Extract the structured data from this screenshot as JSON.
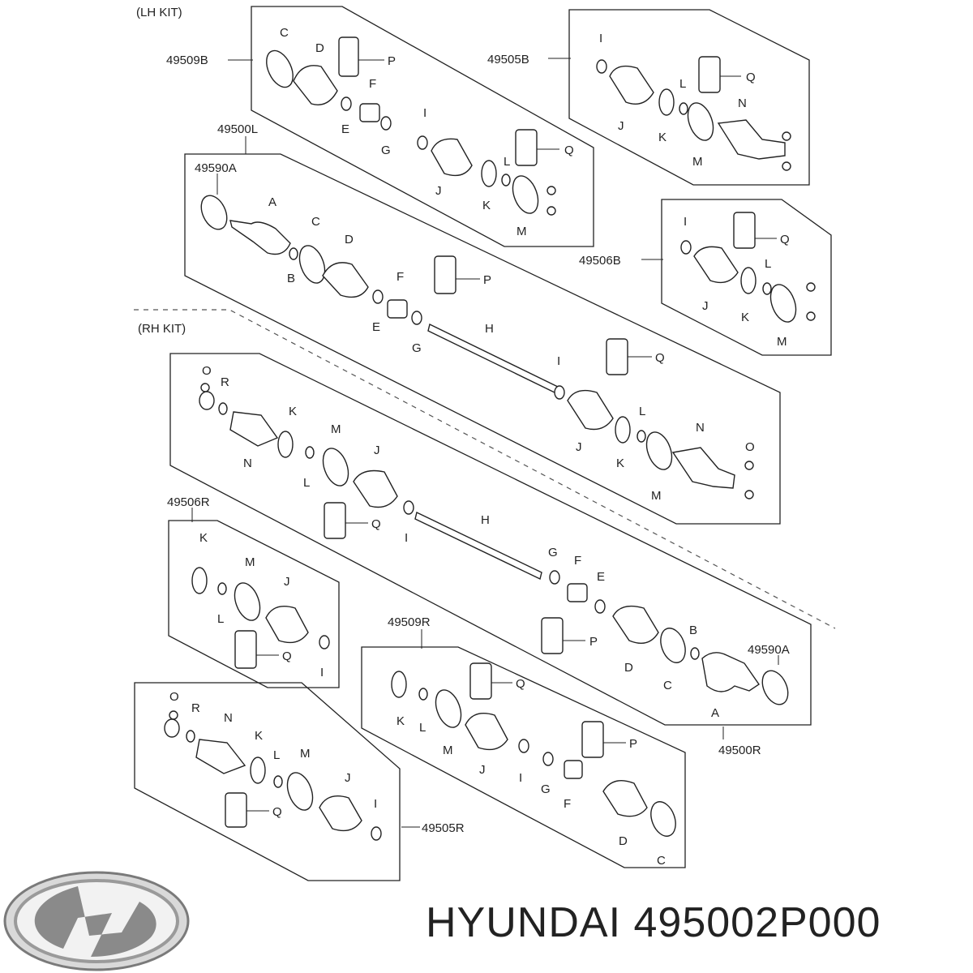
{
  "kits": {
    "lh": "(LH KIT)",
    "rh": "(RH KIT)"
  },
  "parts": {
    "p49509B": "49509B",
    "p49505B": "49505B",
    "p49500L": "49500L",
    "p49590A_top": "49590A",
    "p49506B": "49506B",
    "p49506R": "49506R",
    "p49509R": "49509R",
    "p49590A_bottom": "49590A",
    "p49500R": "49500R",
    "p49505R": "49505R"
  },
  "letters": [
    "A",
    "B",
    "C",
    "D",
    "E",
    "F",
    "G",
    "H",
    "I",
    "J",
    "K",
    "L",
    "M",
    "N",
    "O",
    "P",
    "Q",
    "R"
  ],
  "brand": {
    "logo": "hyundai-logo",
    "caption": "HYUNDAI 495002P000"
  },
  "colors": {
    "line": "#222222",
    "background": "#ffffff",
    "logo": "#8a8a8a"
  }
}
